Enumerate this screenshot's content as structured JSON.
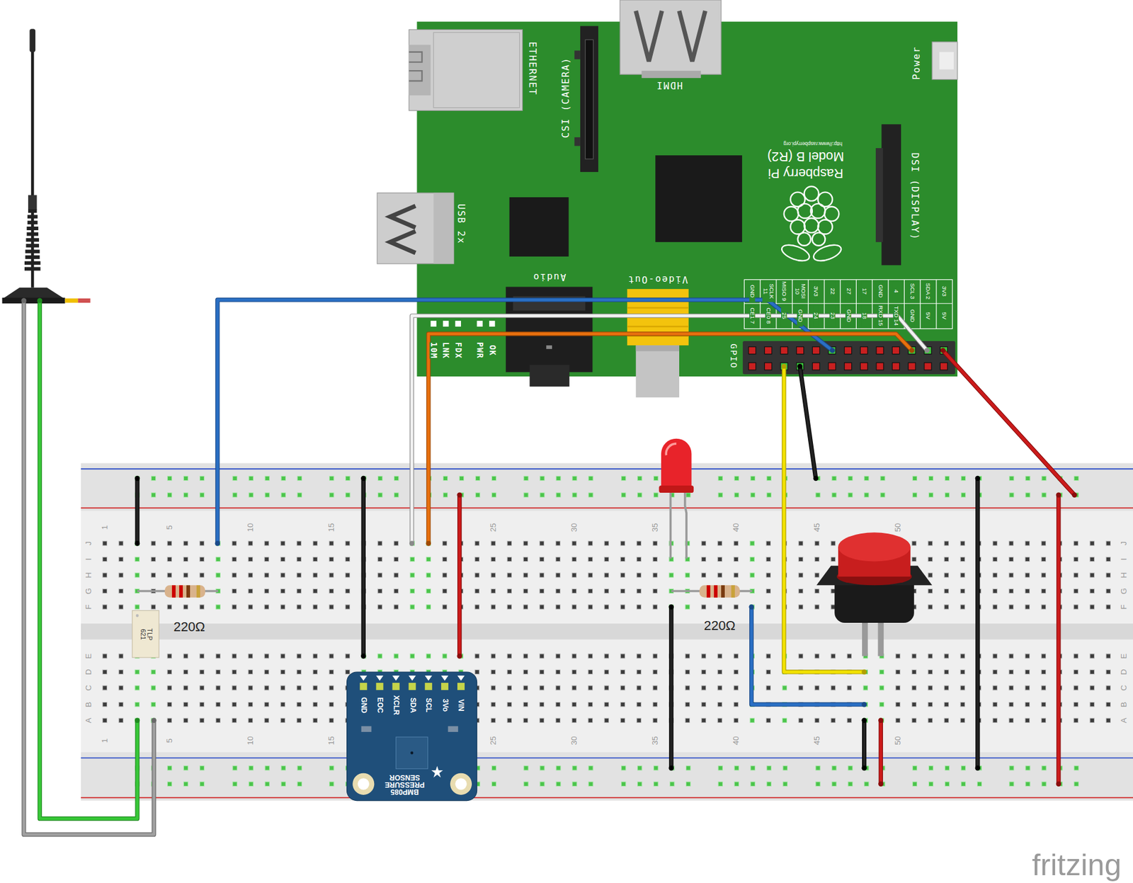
{
  "diagram": {
    "nodes": [
      {
        "text": [
          "ETHERNET",
          "CSI (CAMERA)",
          "HDMI",
          "Power",
          "Raspberry Pi",
          "Model B (R2)",
          "http://www.raspberrypi.org",
          "DSI (DISPLAY)",
          "USB 2x",
          "Audio",
          "Video-Out",
          "10M",
          "LNK",
          "FDX",
          "PWR",
          "OK",
          "GND",
          "SCLK 11",
          "MISO 9",
          "MOSI 10",
          "3V3",
          "22",
          "27",
          "17",
          "GND",
          "4",
          "SCL 3",
          "SDA 2",
          "3V3",
          "CE1 7",
          "CE0 8",
          "25",
          "GND",
          "24",
          "23",
          "GND",
          "18",
          "RXD 15",
          "TXD 14",
          "GND",
          "5V",
          "5V",
          "GPIO"
        ]
      },
      {
        "text": [
          "1",
          "5",
          "10",
          "15",
          "25",
          "30",
          "35",
          "40",
          "45",
          "50",
          "J",
          "I",
          "H",
          "G",
          "F",
          "J",
          "I",
          "H",
          "G",
          "F",
          "E",
          "D",
          "C",
          "B",
          "A",
          "E",
          "D",
          "C",
          "B",
          "A",
          "1",
          "5",
          "10",
          "15",
          "25",
          "30",
          "35",
          "40",
          "45",
          "50"
        ]
      },
      {
        "text": [
          "TLP 621"
        ],
        "in": 1
      },
      {
        "text": [
          "GND",
          "EOC",
          "XCLR",
          "SDA",
          "SCL",
          "3Vo",
          "VIN",
          "BMP085 PRESSURE SENSOR"
        ],
        "in": 1
      }
    ],
    "labels": [
      "220Ω",
      "220Ω",
      "fritzing"
    ]
  }
}
